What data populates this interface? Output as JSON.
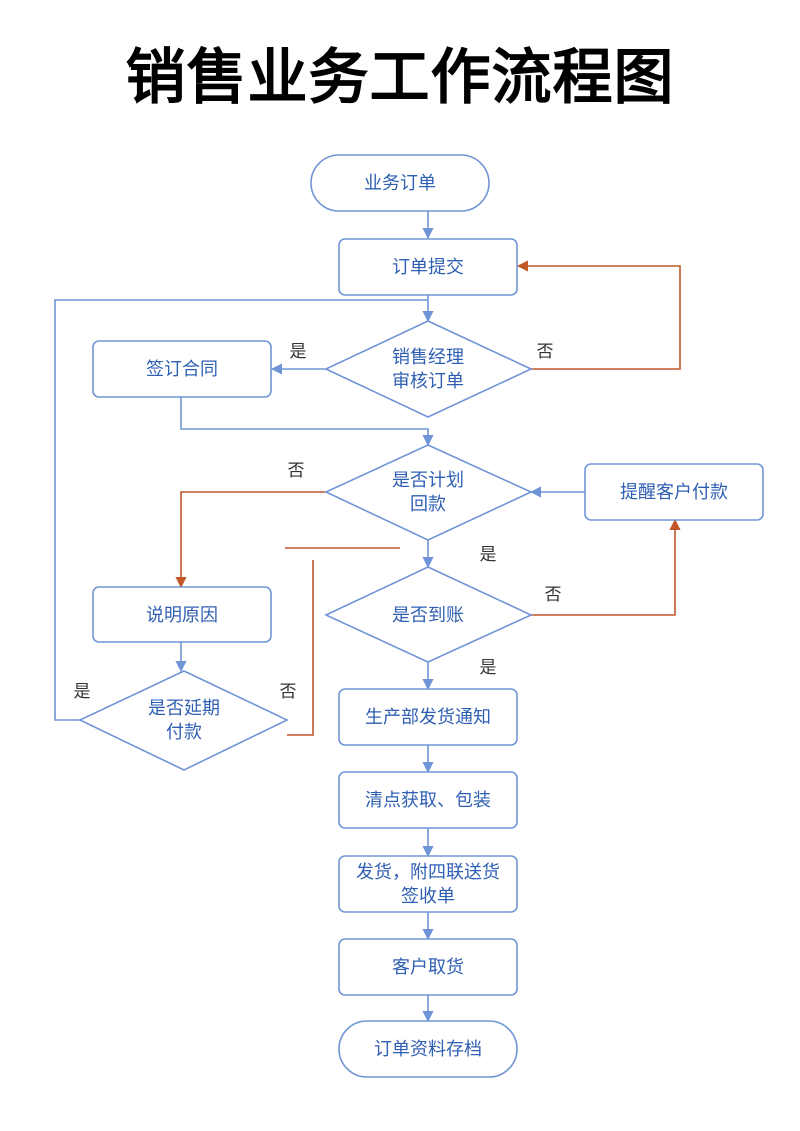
{
  "title": "销售业务工作流程图",
  "colors": {
    "node_stroke": "#6f95d6",
    "node_text": "#2f5fb3",
    "yes_line": "#6f95d6",
    "no_line": "#c0582a",
    "label": "#333333"
  },
  "nodes": {
    "start": [
      "业务订单"
    ],
    "submit": [
      "订单提交"
    ],
    "review": [
      "销售经理",
      "审核订单"
    ],
    "contract": [
      "签订合同"
    ],
    "plan": [
      "是否计划",
      "回款"
    ],
    "remind": [
      "提醒客户付款"
    ],
    "explain": [
      "说明原因"
    ],
    "arrived": [
      "是否到账"
    ],
    "delay": [
      "是否延期",
      "付款"
    ],
    "notify": [
      "生产部发货通知"
    ],
    "pack": [
      "清点获取、包装"
    ],
    "ship": [
      "发货，附四联送货",
      "签收单"
    ],
    "pickup": [
      "客户取货"
    ],
    "archive": [
      "订单资料存档"
    ]
  },
  "labels": {
    "review_yes": "是",
    "review_no": "否",
    "plan_no": "否",
    "plan_yes": "是",
    "arrived_no": "否",
    "arrived_yes": "是",
    "delay_yes": "是",
    "delay_no": "否"
  }
}
